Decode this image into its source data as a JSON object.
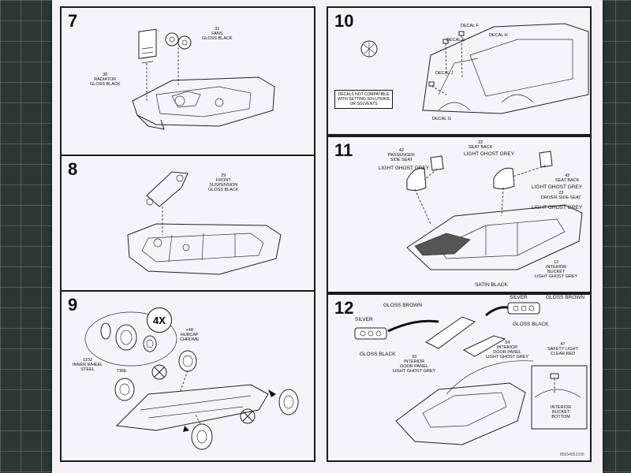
{
  "steps": {
    "s7": {
      "number": "7",
      "fans": "31\nFANS\nGLOSS BLACK",
      "radiator": "30\nRADIATOR\nGLOSS BLACK"
    },
    "s8": {
      "number": "8",
      "front_suspension": "29\nFRONT\nSUSPENSION\nGLOSS BLACK"
    },
    "s9": {
      "number": "9",
      "multiplier": "4X",
      "hubcap": "+48\nHUBCAP\nCHROME",
      "inner_wheel": "1102\nINNER WHEEL\nSTEEL",
      "tire": "TIRE"
    },
    "s10": {
      "number": "10",
      "decal_f": "DECAL F",
      "decal_h": "DECAL H",
      "decal_e": "DECAL E",
      "decal_j": "DECAL J",
      "decal_g": "DECAL G",
      "note": "DECALS NOT COMPATIBLE\nWITH SETTING SOLUTIONS\nOR SOLVENTS"
    },
    "s11": {
      "number": "11",
      "passenger_seat": "42\nPASSENGER\nSIDE SEAT",
      "passenger_color": "LIGHT GHOST GREY",
      "seat_back_left": "22\nSEAT BACK",
      "seat_back_left_color": "LIGHT GHOST GREY",
      "seat_back_right": "43\nSEAT BACK",
      "seat_back_right_color": "LIGHT GHOST GREY",
      "driver_seat": "23\nDRIVER SIDE SEAT",
      "driver_color": "LIGHT GHOST GREY",
      "interior_bucket": "12\nINTERIOR\nBUCKET\nLIGHT GHOST GREY",
      "satin_black": "SATIN BLACK"
    },
    "s12": {
      "number": "12",
      "gloss_brown_left": "GLOSS BROWN",
      "silver_left": "SILVER",
      "gloss_black_left": "GLOSS BLACK",
      "door_panel_left": "33\nINTERIOR\nDOOR PANEL\nLIGHT GHOST GREY",
      "silver_right": "SILVER",
      "gloss_brown_right": "GLOSS BROWN",
      "gloss_black_right": "GLOSS BLACK",
      "door_panel_right": "34\nINTERIOR\nDOOR PANEL\nLIGHT GHOST GREY",
      "safety_light": "47\nSAFETY LIGHT\nCLEAR RED",
      "bucket_bottom": "INTERIOR\nBUCKET\nBOTTOM"
    }
  },
  "footer": {
    "code": "85654852200"
  },
  "colors": {
    "sheet": "#f3f1f6",
    "ink": "#1a1a1a",
    "mat": "#2b3733"
  }
}
